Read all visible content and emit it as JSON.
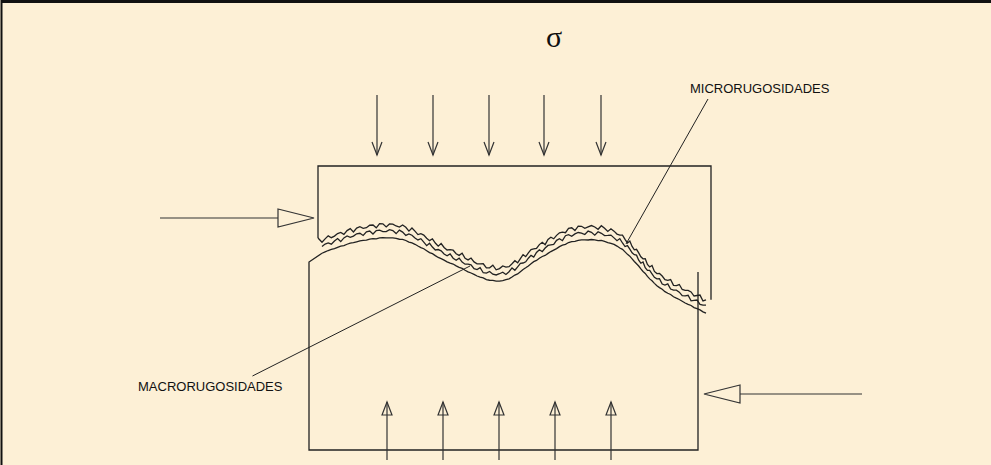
{
  "diagram": {
    "labels": [
      "σ",
      "MICRORUGOSIDADES",
      "MACRORUGOSIDADES"
    ]
  }
}
